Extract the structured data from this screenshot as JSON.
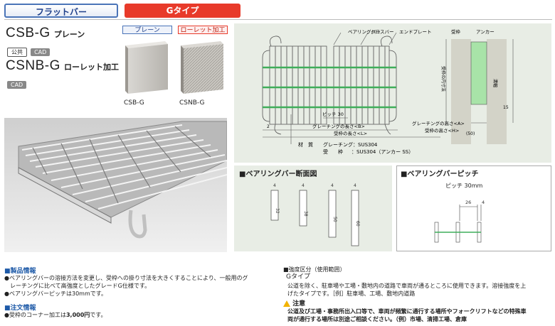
{
  "header": {
    "tab_flat": "フラットバー",
    "tab_g": "Gタイプ"
  },
  "product1": {
    "code": "CSB-G",
    "sub": "プレーン",
    "tags": [
      "公共",
      "CAD"
    ]
  },
  "product2": {
    "code": "CSNB-G",
    "sub": "ローレット加工",
    "tags": [
      "CAD"
    ]
  },
  "samples": {
    "plain_label": "プレーン",
    "knurl_label": "ローレット加工",
    "plain_caption": "CSB-G",
    "knurl_caption": "CSNB-G"
  },
  "drawing": {
    "bearing_bar": "ベアリングバー",
    "cross_bar": "クロスバー",
    "end_plate": "エンドプレート",
    "frame": "受枠",
    "anchor": "アンカー",
    "pitch": "ピッチ 30",
    "grating_len": "グレーチングの長さ<B>",
    "frame_len": "受枠の長さ<L>",
    "grating_h": "グレーチングの高さ<A>",
    "frame_h": "受枠の高さ<H>",
    "frame_w": "受枠の内寸法",
    "dim_2": "2",
    "dim_50": "(50)",
    "dim_15": "15",
    "dim_kei": "溝幅",
    "mat_title": "材　質",
    "mat_g": "グレーチング：SUS304",
    "mat_f_label": "受　　枠",
    "mat_f": "：SUS304（アンカー SS）"
  },
  "bar_section": {
    "title": "■ベアリングバー断面図",
    "bars": [
      {
        "thickness": "4",
        "height": "32"
      },
      {
        "thickness": "4",
        "height": "38"
      },
      {
        "thickness": "4",
        "height": "50"
      },
      {
        "thickness": "4",
        "height": "60"
      }
    ]
  },
  "bar_pitch": {
    "title": "■ベアリングバーピッチ",
    "pitch": "ピッチ 30mm",
    "gap": "26",
    "thick": "4"
  },
  "product_info": {
    "title": "■製品情報",
    "line1": "●ベアリングバーの溶接方法を変更し、受枠への掛り寸法を大きくすることにより、一般用のグ",
    "line2": "　レーチングに比べて高強度としたグレードG仕様です。",
    "line3": "●ベアリングバーピッチは30mmです。"
  },
  "order_info": {
    "title": "■注文情報",
    "prefix": "●受枠のコーナー加工は",
    "price": "3,000円",
    "suffix": "です。"
  },
  "strength": {
    "title": "■強度区分（使用範囲）",
    "type": "Gタイプ",
    "line1": "公道を除く、駐車場や工場・敷地内の道路で車両が通るところに使用できます。溶接強度を上",
    "line2": "げたタイプです。［例］駐車場、工場、敷地内道路"
  },
  "caution": {
    "title": "注意",
    "line1": "公道及び工場・事務所出入口等で、車両が頻繁に通行する場所やフォークリフトなどの特殊車",
    "line2": "両が通行する場所は別途ご相談ください。（例）市場、清掃工場、倉庫"
  },
  "colors": {
    "accent_blue": "#1e5aa8",
    "accent_red": "#e83a2a",
    "panel": "#e8ede5"
  }
}
